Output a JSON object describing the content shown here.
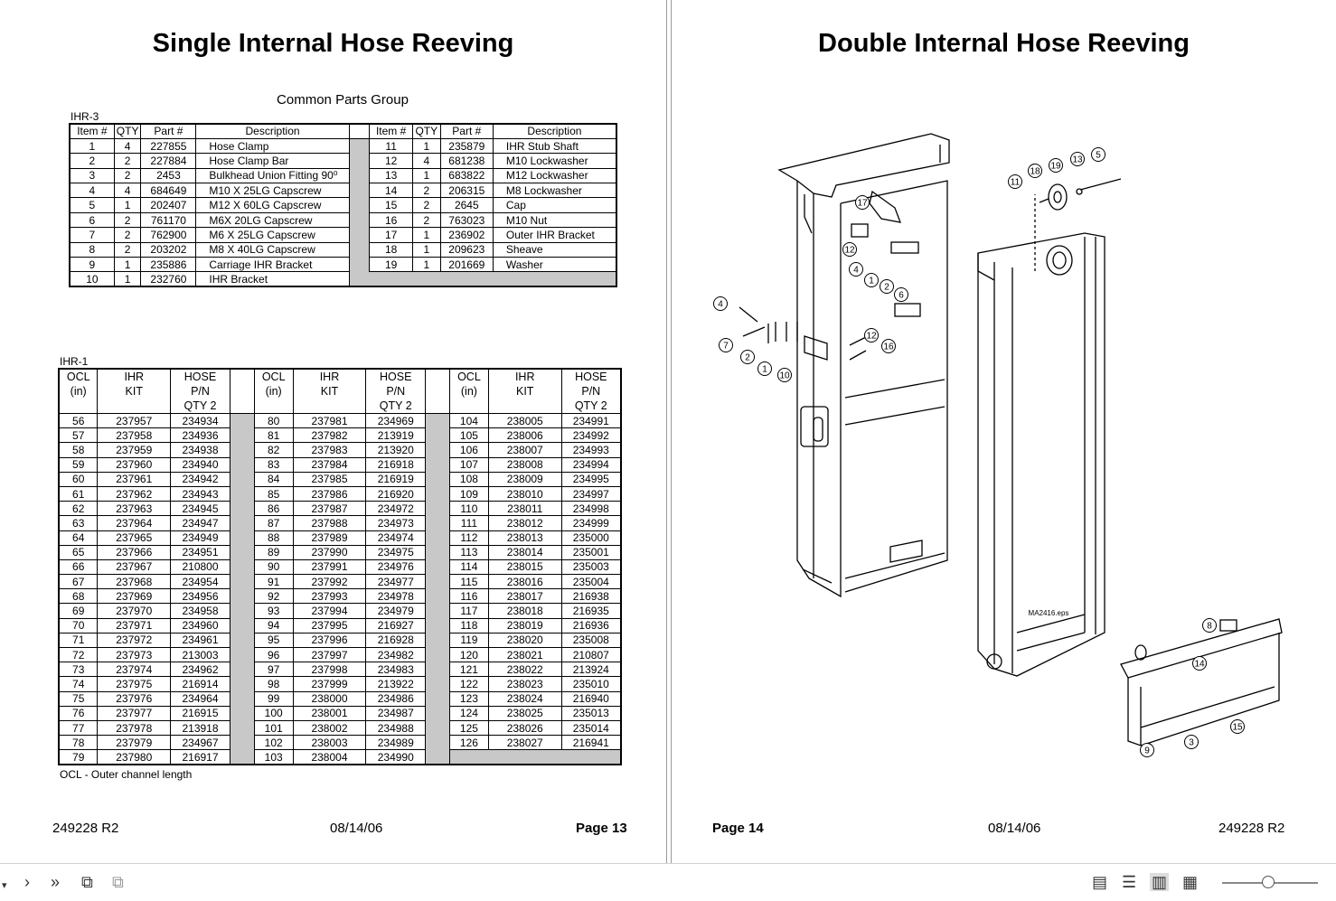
{
  "left_page": {
    "title": "Single Internal Hose Reeving",
    "subtitle": "Common Parts Group",
    "parts_tag": "IHR-3",
    "parts_headers": [
      "Item #",
      "QTY",
      "Part #",
      "Description",
      "Item #",
      "QTY",
      "Part #",
      "Description"
    ],
    "parts_left": [
      [
        "1",
        "4",
        "227855",
        "Hose Clamp"
      ],
      [
        "2",
        "2",
        "227884",
        "Hose Clamp Bar"
      ],
      [
        "3",
        "2",
        "2453",
        "Bulkhead Union Fitting 90⁰"
      ],
      [
        "4",
        "4",
        "684649",
        "M10 X 25LG Capscrew"
      ],
      [
        "5",
        "1",
        "202407",
        "M12 X 60LG Capscrew"
      ],
      [
        "6",
        "2",
        "761170",
        "M6X 20LG Capscrew"
      ],
      [
        "7",
        "2",
        "762900",
        "M6 X 25LG Capscrew"
      ],
      [
        "8",
        "2",
        "203202",
        "M8 X 40LG Capscrew"
      ],
      [
        "9",
        "1",
        "235886",
        "Carriage IHR Bracket"
      ],
      [
        "10",
        "1",
        "232760",
        "IHR Bracket"
      ]
    ],
    "parts_right": [
      [
        "11",
        "1",
        "235879",
        "IHR Stub Shaft"
      ],
      [
        "12",
        "4",
        "681238",
        "M10 Lockwasher"
      ],
      [
        "13",
        "1",
        "683822",
        "M12 Lockwasher"
      ],
      [
        "14",
        "2",
        "206315",
        "M8 Lockwasher"
      ],
      [
        "15",
        "2",
        "2645",
        "Cap"
      ],
      [
        "16",
        "2",
        "763023",
        "M10 Nut"
      ],
      [
        "17",
        "1",
        "236902",
        "Outer IHR Bracket"
      ],
      [
        "18",
        "1",
        "209623",
        "Sheave"
      ],
      [
        "19",
        "1",
        "201669",
        "Washer"
      ]
    ],
    "kit_tag": "IHR-1",
    "kit_headers": [
      [
        "OCL",
        "(in)",
        ""
      ],
      [
        "IHR",
        "KIT",
        ""
      ],
      [
        "HOSE",
        "P/N",
        "QTY 2"
      ]
    ],
    "kits_col1": [
      [
        "56",
        "237957",
        "234934"
      ],
      [
        "57",
        "237958",
        "234936"
      ],
      [
        "58",
        "237959",
        "234938"
      ],
      [
        "59",
        "237960",
        "234940"
      ],
      [
        "60",
        "237961",
        "234942"
      ],
      [
        "61",
        "237962",
        "234943"
      ],
      [
        "62",
        "237963",
        "234945"
      ],
      [
        "63",
        "237964",
        "234947"
      ],
      [
        "64",
        "237965",
        "234949"
      ],
      [
        "65",
        "237966",
        "234951"
      ],
      [
        "66",
        "237967",
        "210800"
      ],
      [
        "67",
        "237968",
        "234954"
      ],
      [
        "68",
        "237969",
        "234956"
      ],
      [
        "69",
        "237970",
        "234958"
      ],
      [
        "70",
        "237971",
        "234960"
      ],
      [
        "71",
        "237972",
        "234961"
      ],
      [
        "72",
        "237973",
        "213003"
      ],
      [
        "73",
        "237974",
        "234962"
      ],
      [
        "74",
        "237975",
        "216914"
      ],
      [
        "75",
        "237976",
        "234964"
      ],
      [
        "76",
        "237977",
        "216915"
      ],
      [
        "77",
        "237978",
        "213918"
      ],
      [
        "78",
        "237979",
        "234967"
      ],
      [
        "79",
        "237980",
        "216917"
      ]
    ],
    "kits_col2": [
      [
        "80",
        "237981",
        "234969"
      ],
      [
        "81",
        "237982",
        "213919"
      ],
      [
        "82",
        "237983",
        "213920"
      ],
      [
        "83",
        "237984",
        "216918"
      ],
      [
        "84",
        "237985",
        "216919"
      ],
      [
        "85",
        "237986",
        "216920"
      ],
      [
        "86",
        "237987",
        "234972"
      ],
      [
        "87",
        "237988",
        "234973"
      ],
      [
        "88",
        "237989",
        "234974"
      ],
      [
        "89",
        "237990",
        "234975"
      ],
      [
        "90",
        "237991",
        "234976"
      ],
      [
        "91",
        "237992",
        "234977"
      ],
      [
        "92",
        "237993",
        "234978"
      ],
      [
        "93",
        "237994",
        "234979"
      ],
      [
        "94",
        "237995",
        "216927"
      ],
      [
        "95",
        "237996",
        "216928"
      ],
      [
        "96",
        "237997",
        "234982"
      ],
      [
        "97",
        "237998",
        "234983"
      ],
      [
        "98",
        "237999",
        "213922"
      ],
      [
        "99",
        "238000",
        "234986"
      ],
      [
        "100",
        "238001",
        "234987"
      ],
      [
        "101",
        "238002",
        "234988"
      ],
      [
        "102",
        "238003",
        "234989"
      ],
      [
        "103",
        "238004",
        "234990"
      ]
    ],
    "kits_col3": [
      [
        "104",
        "238005",
        "234991"
      ],
      [
        "105",
        "238006",
        "234992"
      ],
      [
        "106",
        "238007",
        "234993"
      ],
      [
        "107",
        "238008",
        "234994"
      ],
      [
        "108",
        "238009",
        "234995"
      ],
      [
        "109",
        "238010",
        "234997"
      ],
      [
        "110",
        "238011",
        "234998"
      ],
      [
        "111",
        "238012",
        "234999"
      ],
      [
        "112",
        "238013",
        "235000"
      ],
      [
        "113",
        "238014",
        "235001"
      ],
      [
        "114",
        "238015",
        "235003"
      ],
      [
        "115",
        "238016",
        "235004"
      ],
      [
        "116",
        "238017",
        "216938"
      ],
      [
        "117",
        "238018",
        "216935"
      ],
      [
        "118",
        "238019",
        "216936"
      ],
      [
        "119",
        "238020",
        "235008"
      ],
      [
        "120",
        "238021",
        "210807"
      ],
      [
        "121",
        "238022",
        "213924"
      ],
      [
        "122",
        "238023",
        "235010"
      ],
      [
        "123",
        "238024",
        "216940"
      ],
      [
        "124",
        "238025",
        "235013"
      ],
      [
        "125",
        "238026",
        "235014"
      ],
      [
        "126",
        "238027",
        "216941"
      ]
    ],
    "ocl_note": "OCL - Outer channel length",
    "footer_left": "249228 R2",
    "footer_center": "08/14/06",
    "footer_right": "Page 13"
  },
  "right_page": {
    "title": "Double Internal Hose Reeving",
    "drawing_label": "MA2416.eps",
    "callouts": [
      "1",
      "2",
      "3",
      "4",
      "5",
      "6",
      "7",
      "8",
      "9",
      "10",
      "11",
      "12",
      "13",
      "14",
      "15",
      "16",
      "17",
      "18",
      "19"
    ],
    "footer_left": "Page 14",
    "footer_center": "08/14/06",
    "footer_right": "249228 R2"
  },
  "statusbar": {
    "icons": [
      "dropdown-arrow-icon",
      "next-page-icon",
      "last-page-icon",
      "copy-page-icon",
      "copy-page-disabled-icon",
      "single-page-view-icon",
      "continuous-view-icon",
      "two-page-view-icon",
      "two-page-continuous-view-icon"
    ],
    "zoom_level": 0.55
  }
}
